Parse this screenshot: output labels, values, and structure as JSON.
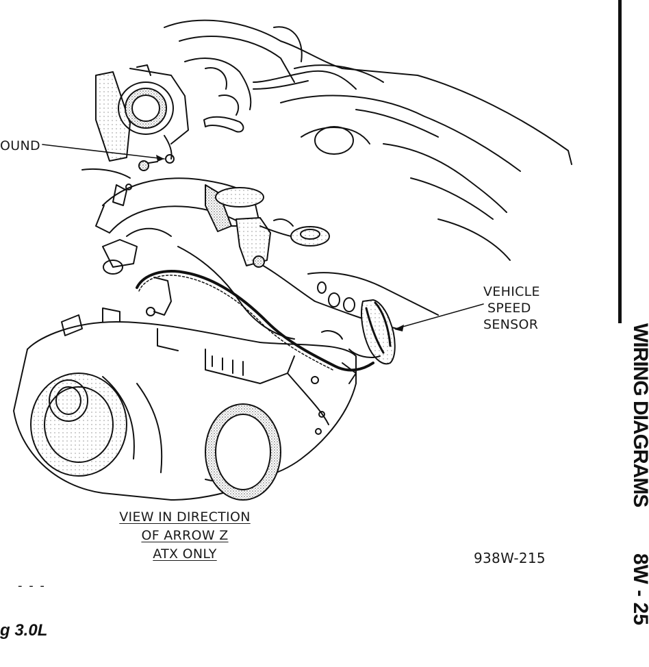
{
  "labels": {
    "ground": "OUND",
    "vss": [
      "VEHICLE",
      "SPEED",
      "SENSOR"
    ],
    "view": [
      "VIEW IN DIRECTION",
      "OF ARROW Z",
      "ATX ONLY"
    ],
    "figure_code": "938W-215",
    "truncated": "- - -",
    "caption": "g 3.0L"
  },
  "sidebar": {
    "title": "WIRING DIAGRAMS",
    "page": "8W - 25"
  },
  "colors": {
    "ink": "#111111",
    "paper": "#ffffff",
    "shade": "#bdbdbd"
  }
}
